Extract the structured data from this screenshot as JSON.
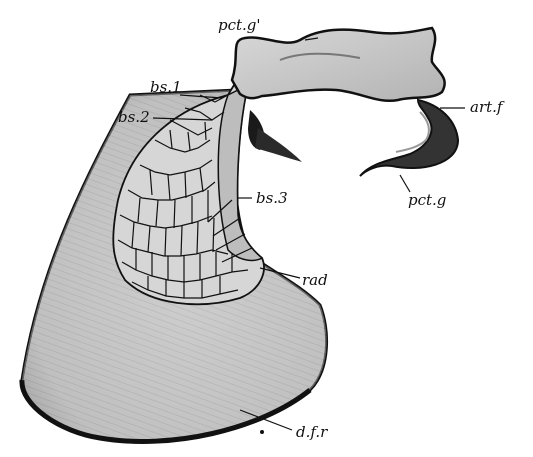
{
  "figure": {
    "labels": {
      "pct_g_prime": "pct.g'",
      "art_f": "art.f",
      "bs_1": "bs.1",
      "bs_2": "bs.2",
      "bs_3": "bs.3",
      "pct_g": "pct.g",
      "rad": "rad",
      "d_f_r": "d.f.r"
    }
  }
}
